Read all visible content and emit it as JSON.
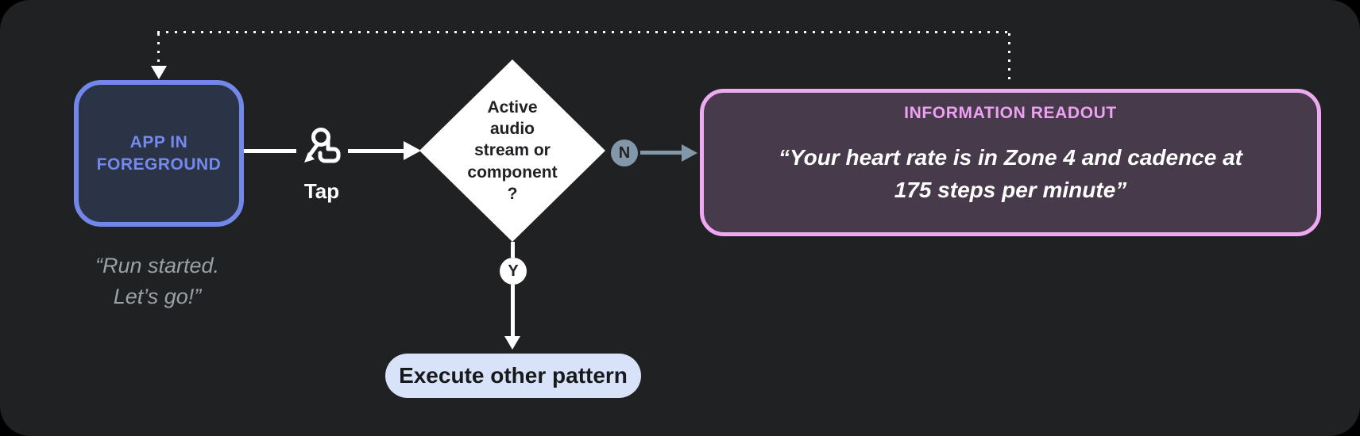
{
  "colors": {
    "page_background": "#000000",
    "canvas_background": "#202122",
    "app_node_border": "#7187EA",
    "app_node_fill": "#2B3447",
    "app_node_text": "#7489EC",
    "caption_text": "#9AA0A6",
    "decision_fill": "#FFFFFF",
    "decision_text": "#202124",
    "no_branch_accent": "#8297A8",
    "yes_branch_accent": "#FFFFFF",
    "readout_border": "#EFA9F2",
    "readout_fill": "#463A4B",
    "readout_heading": "#EFA0F2",
    "readout_text": "#FFFFFF",
    "pill_fill": "#D8E2F8",
    "pill_text": "#17191B",
    "connector": "#FFFFFF",
    "dotted_loop": "#FFFFFF"
  },
  "nodes": {
    "app": {
      "label": "APP IN\nFOREGROUND",
      "caption": "“Run started.\nLet’s go!”"
    },
    "tap": {
      "label": "Tap",
      "icon": "tap-gesture-icon"
    },
    "decision": {
      "question": "Active\naudio\nstream or\ncomponent\n?"
    },
    "branches": {
      "no_label": "N",
      "yes_label": "Y"
    },
    "readout": {
      "heading": "INFORMATION READOUT",
      "message": "“Your heart rate is in Zone 4 and cadence at\n175 steps per minute”"
    },
    "action": {
      "label": "Execute other pattern"
    }
  }
}
